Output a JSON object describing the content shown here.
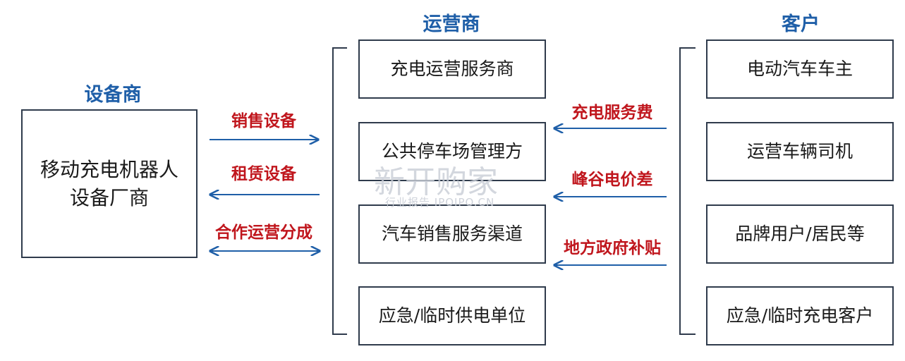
{
  "headings": {
    "equipment": "设备商",
    "operator": "运营商",
    "customer": "客户"
  },
  "equipment_box": {
    "line1": "移动充电机器人",
    "line2": "设备厂商"
  },
  "operators": [
    "充电运营服务商",
    "公共停车场管理方",
    "汽车销售服务渠道",
    "应急/临时供电单位"
  ],
  "customers": [
    "电动汽车车主",
    "运营车辆司机",
    "品牌用户/居民等",
    "应急/临时充电客户"
  ],
  "left_flows": [
    "销售设备",
    "租赁设备",
    "合作运营分成"
  ],
  "right_flows": [
    "充电服务费",
    "峰谷电价差",
    "地方政府补贴"
  ],
  "watermark": {
    "main": "新开购家",
    "sub": "行业报告 IPOIPO.CN"
  },
  "colors": {
    "heading": "#1f5fa8",
    "flow_label": "#c0161d",
    "arrow": "#1f5fa8",
    "box_border": "#2f3b4c"
  }
}
